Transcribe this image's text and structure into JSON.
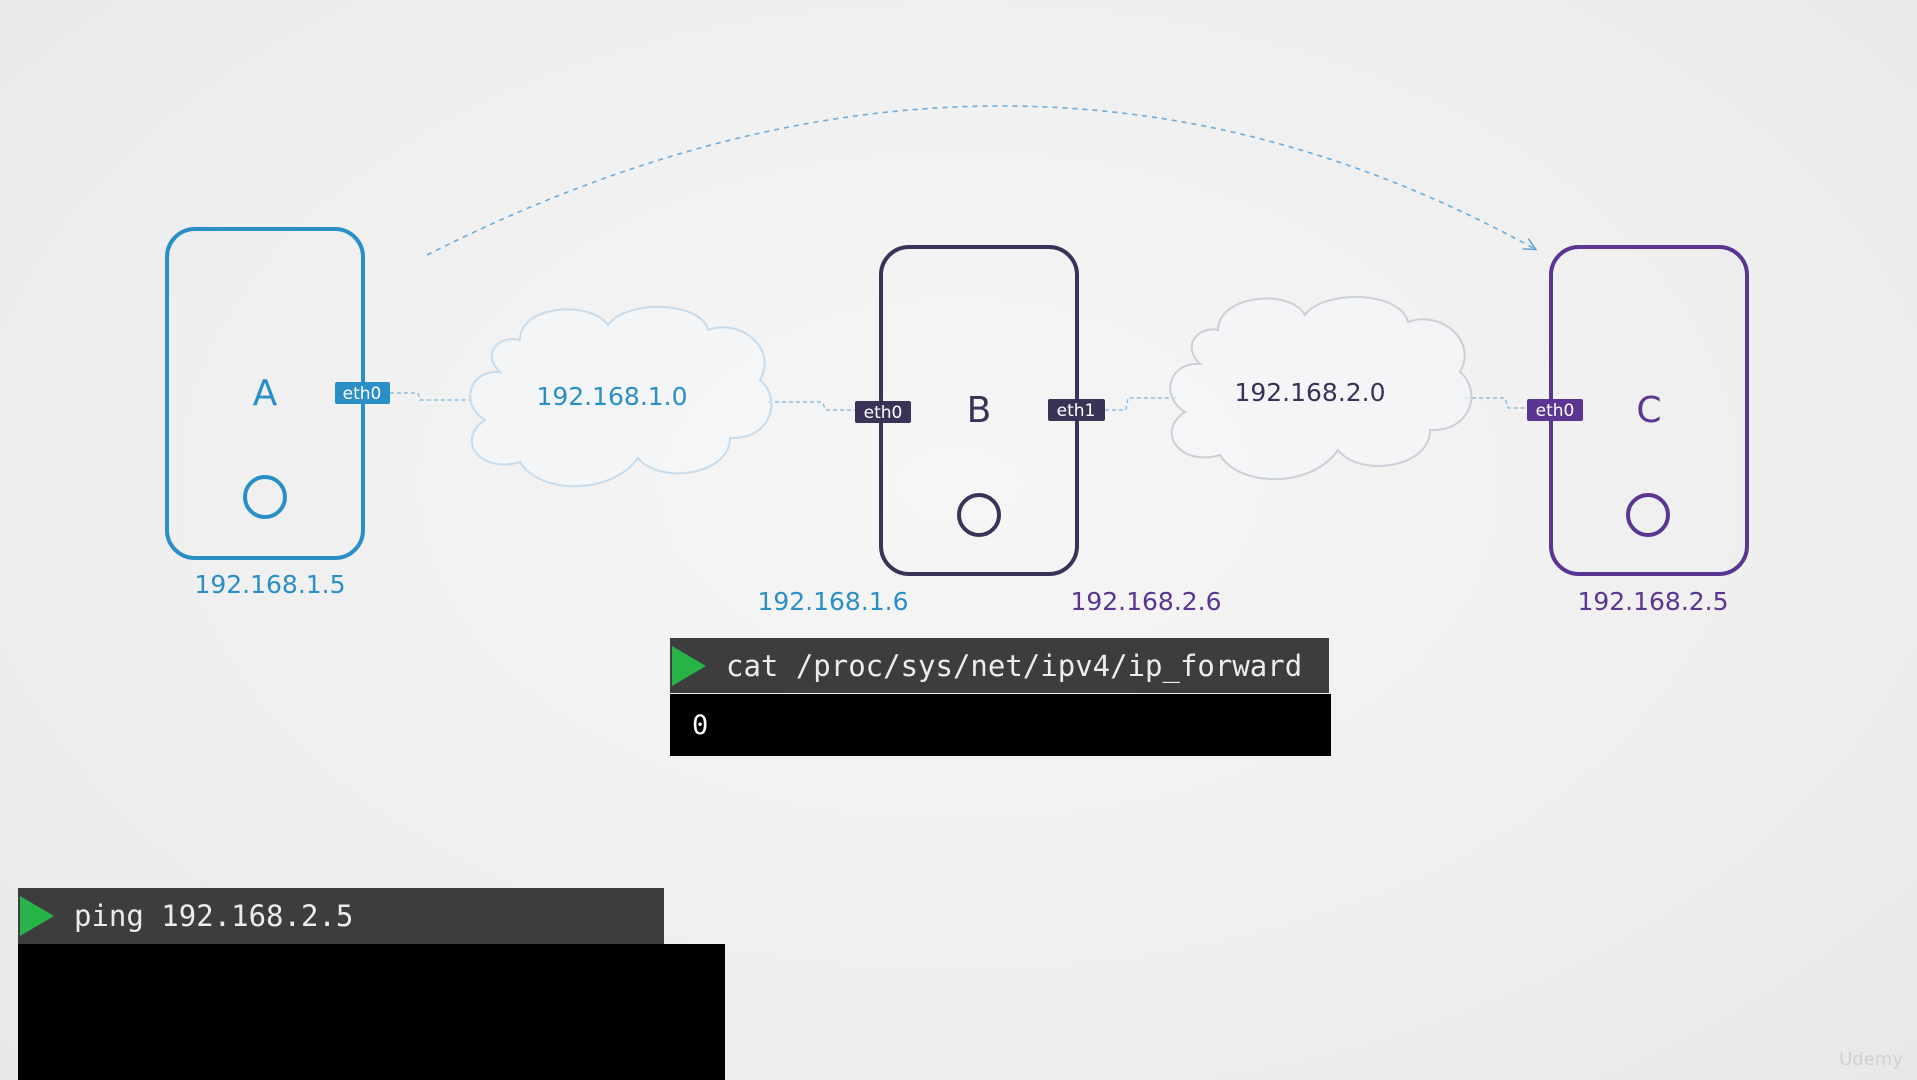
{
  "colors": {
    "blue": "#2a8fc6",
    "dark": "#3b3357",
    "purple": "#5a3591",
    "cloud_stroke": "#c6dcec",
    "line": "#8fbfe0",
    "terminal_header": "#3d3d3d",
    "terminal_body": "#000000",
    "play": "#28b348"
  },
  "nodes": [
    {
      "id": "A",
      "label": "A",
      "ip": "192.168.1.5",
      "port": "eth0"
    },
    {
      "id": "B",
      "label": "B",
      "ip_left": "192.168.1.6",
      "ip_right": "192.168.2.6",
      "port_left": "eth0",
      "port_right": "eth1"
    },
    {
      "id": "C",
      "label": "C",
      "ip": "192.168.2.5",
      "port": "eth0"
    }
  ],
  "networks": [
    {
      "label": "192.168.1.0"
    },
    {
      "label": "192.168.2.0"
    }
  ],
  "terminals": {
    "forward": {
      "command": "cat /proc/sys/net/ipv4/ip_forward",
      "output": "0"
    },
    "ping": {
      "command": "ping 192.168.2.5",
      "output": ""
    }
  },
  "watermark": "Udemy"
}
